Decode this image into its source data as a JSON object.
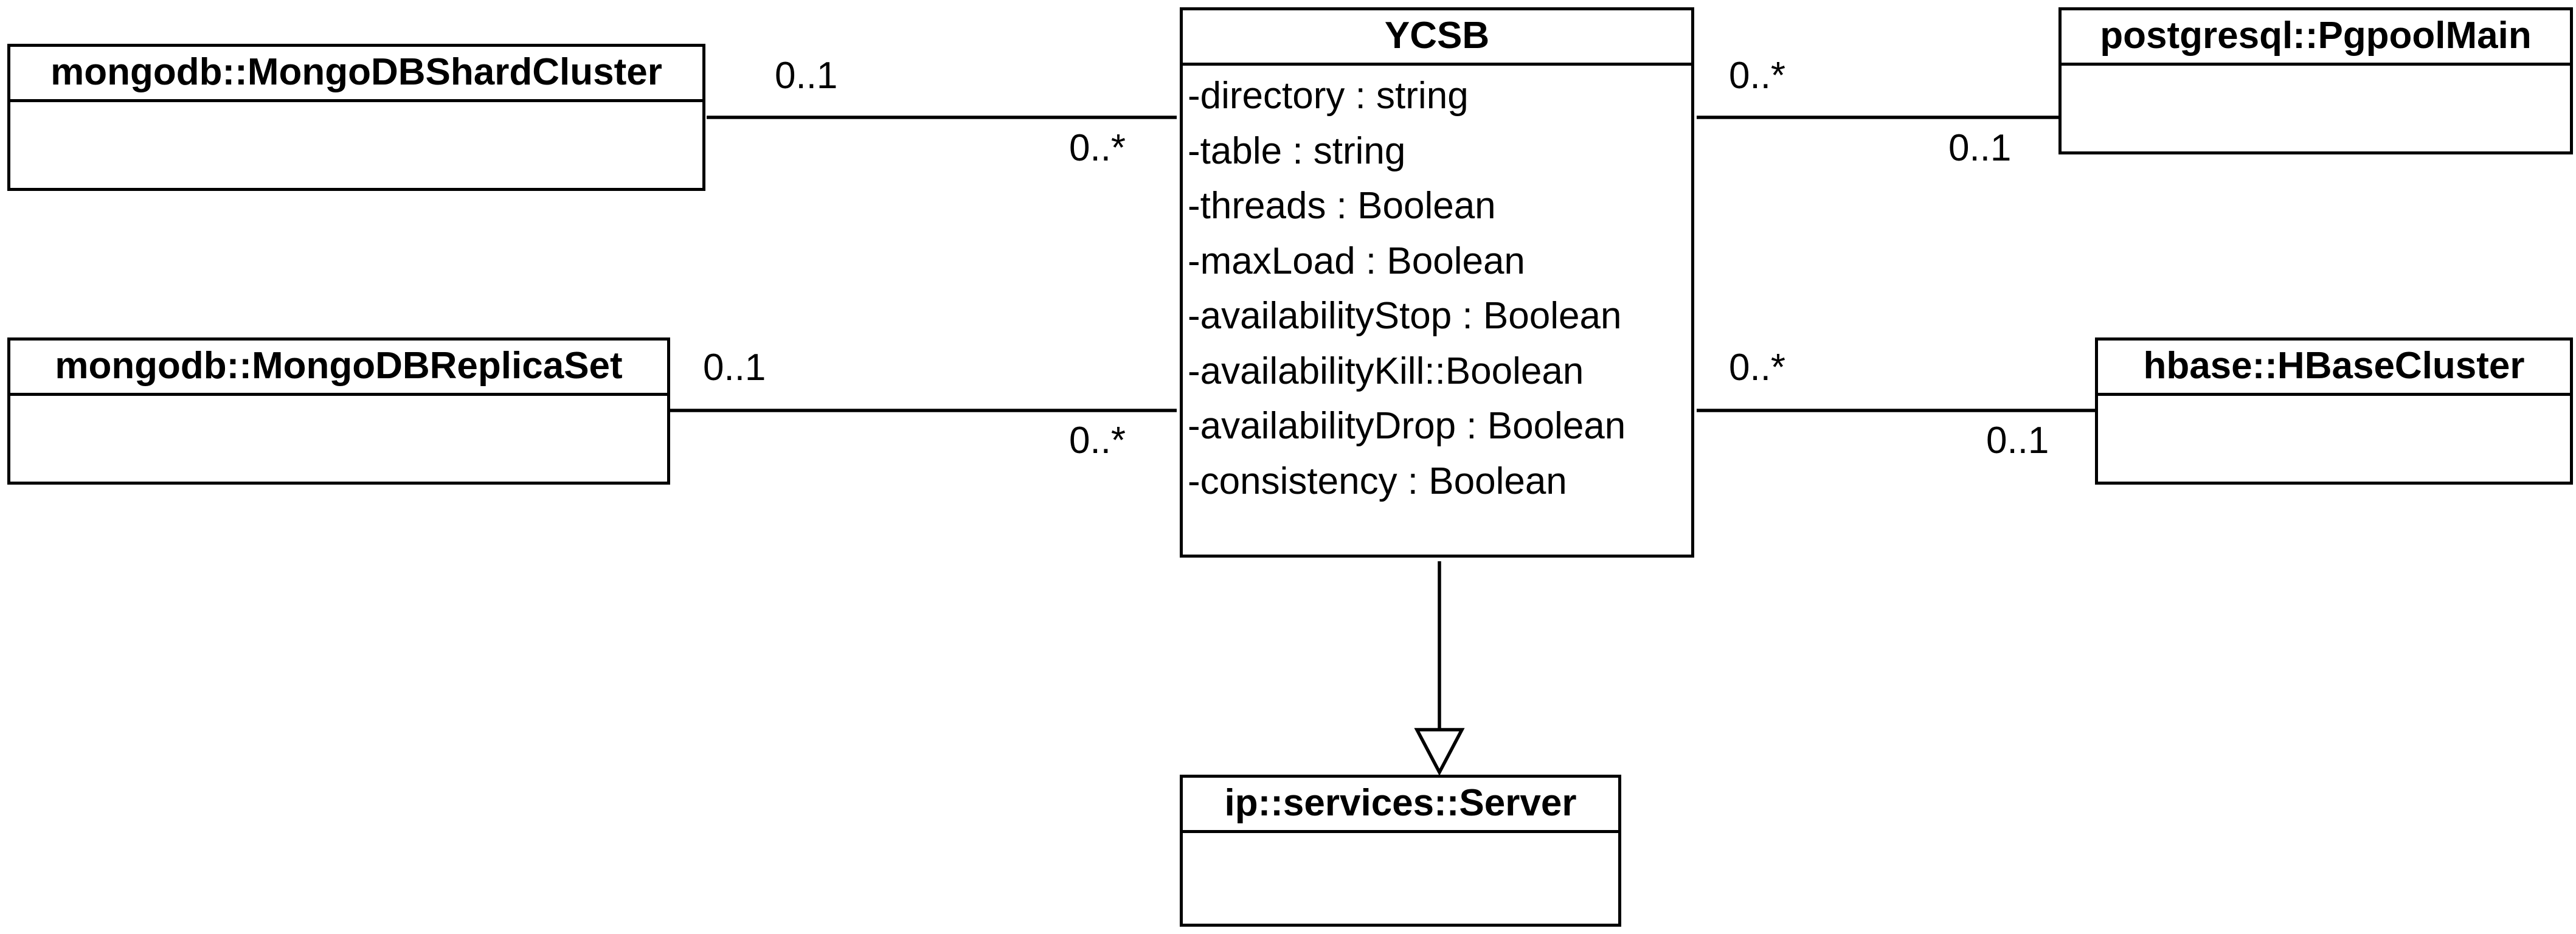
{
  "classes": {
    "ycsb": {
      "name": "YCSB",
      "attributes": [
        "-directory : string",
        "-table : string",
        "-threads : Boolean",
        "-maxLoad : Boolean",
        "-availabilityStop : Boolean",
        "-availabilityKill::Boolean",
        "-availabilityDrop : Boolean",
        "-consistency : Boolean"
      ]
    },
    "shard_cluster": {
      "name": "mongodb::MongoDBShardCluster"
    },
    "replica_set": {
      "name": "mongodb::MongoDBReplicaSet"
    },
    "pgpool_main": {
      "name": "postgresql::PgpoolMain"
    },
    "hbase_cluster": {
      "name": "hbase::HBaseCluster"
    },
    "server": {
      "name": "ip::services::Server"
    }
  },
  "associations": {
    "shard_cluster": {
      "near_class": "0..1",
      "near_ycsb": "0..*"
    },
    "replica_set": {
      "near_class": "0..1",
      "near_ycsb": "0..*"
    },
    "pgpool_main": {
      "near_ycsb": "0..*",
      "near_class": "0..1"
    },
    "hbase_cluster": {
      "near_ycsb": "0..*",
      "near_class": "0..1"
    }
  },
  "colors": {
    "stroke": "#000000",
    "background": "#ffffff"
  }
}
